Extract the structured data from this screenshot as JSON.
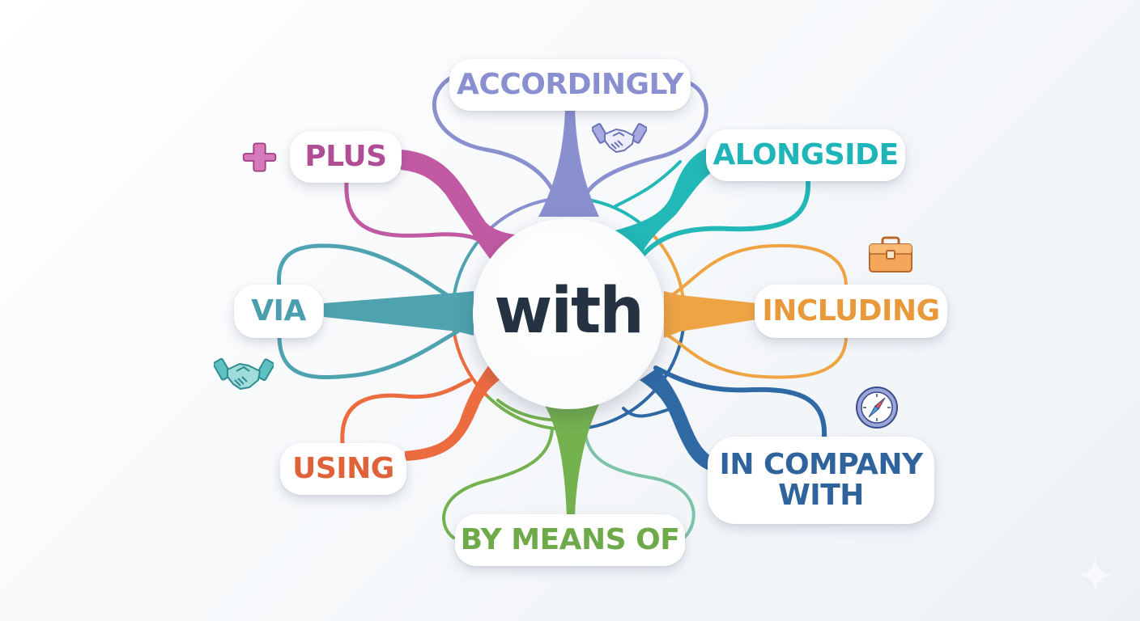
{
  "diagram": {
    "type": "mind-map",
    "center": {
      "label": "with",
      "color": "#253242"
    },
    "nodes": [
      {
        "id": "accordingly",
        "label": "ACCORDINGLY",
        "color": "#8a8fcf",
        "icon": "handshake-icon"
      },
      {
        "id": "alongside",
        "label": "ALONGSIDE",
        "color": "#1fb5b8",
        "icon": null
      },
      {
        "id": "including",
        "label": "INCLUDING",
        "color": "#e9993a",
        "icon": "briefcase-icon"
      },
      {
        "id": "in_company_with",
        "label": "IN COMPANY WITH",
        "line1": "IN COMPANY",
        "line2": "WITH",
        "color": "#2f639c",
        "icon": "compass-icon"
      },
      {
        "id": "by_means_of",
        "label": "BY MEANS OF",
        "color": "#6faa4a",
        "icon": null
      },
      {
        "id": "using",
        "label": "USING",
        "color": "#e0623a",
        "icon": null
      },
      {
        "id": "via",
        "label": "VIA",
        "color": "#4a9fae",
        "icon": "handshake-icon"
      },
      {
        "id": "plus",
        "label": "PLUS",
        "color": "#b04d95",
        "icon": "plus-icon"
      }
    ]
  },
  "colors": {
    "accordingly": "#8a8fcf",
    "alongside": "#22b8b8",
    "including": "#efa444",
    "in_company_with": "#2f6aa5",
    "by_means_of": "#74b14f",
    "using": "#ec6c40",
    "via": "#4fa2b0",
    "plus": "#c15aa3",
    "by_means_of_right_loop": "#7cc3a8"
  },
  "decorations": {
    "sparkle": "sparkle-icon"
  }
}
